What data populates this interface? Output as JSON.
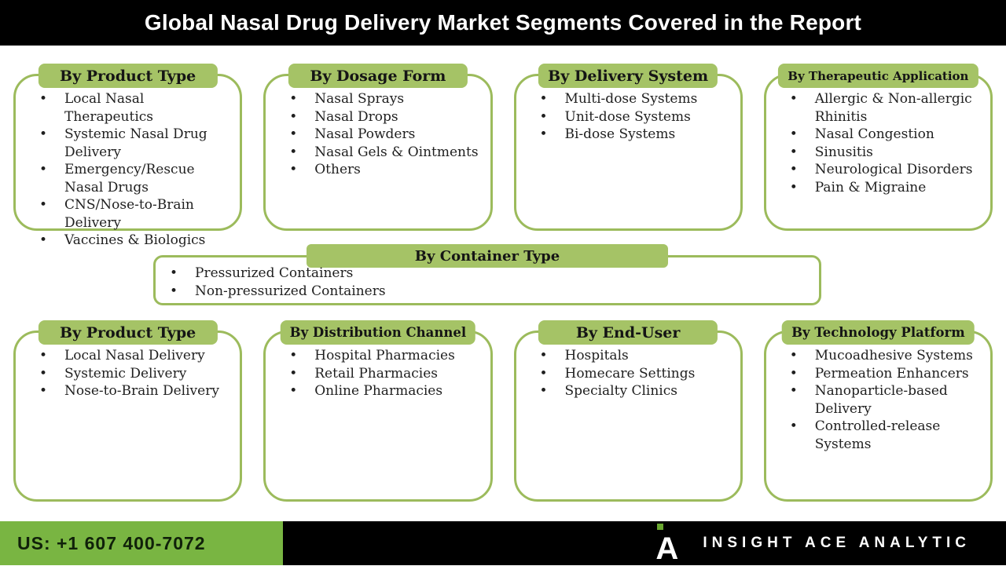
{
  "title": "Global Nasal Drug Delivery Market Segments Covered in the Report",
  "cards": [
    {
      "header": "By Product Type",
      "items": [
        "Local Nasal Therapeutics",
        "Systemic Nasal Drug Delivery",
        "Emergency/Rescue Nasal Drugs",
        "CNS/Nose-to-Brain Delivery",
        "Vaccines & Biologics"
      ]
    },
    {
      "header": "By Dosage Form",
      "items": [
        "Nasal Sprays",
        "Nasal Drops",
        "Nasal Powders",
        "Nasal Gels & Ointments",
        "Others"
      ]
    },
    {
      "header": "By Delivery System",
      "items": [
        "Multi-dose Systems",
        "Unit-dose Systems",
        "Bi-dose Systems"
      ]
    },
    {
      "header": "By Therapeutic Application",
      "items": [
        "Allergic & Non-allergic Rhinitis",
        "Nasal Congestion",
        "Sinusitis",
        "Neurological Disorders",
        "Pain & Migraine"
      ]
    },
    {
      "header": "By Container Type",
      "items": [
        "Pressurized Containers",
        "Non-pressurized Containers"
      ]
    },
    {
      "header": "By Product Type",
      "items": [
        "Local Nasal Delivery",
        "Systemic Delivery",
        "Nose-to-Brain Delivery"
      ]
    },
    {
      "header": "By Distribution Channel",
      "items": [
        "Hospital Pharmacies",
        "Retail Pharmacies",
        "Online Pharmacies"
      ]
    },
    {
      "header": "By End-User",
      "items": [
        "Hospitals",
        "Homecare Settings",
        "Specialty Clinics"
      ]
    },
    {
      "header": "By Technology Platform",
      "items": [
        "Mucoadhesive Systems",
        "Permeation Enhancers",
        "Nanoparticle-based Delivery",
        "Controlled-release Systems"
      ]
    }
  ],
  "footer": {
    "phone": "US: +1 607 400-7072",
    "brand": "INSIGHT ACE ANALYTIC",
    "logo_letter": "A"
  },
  "colors": {
    "tab_green": "#a5c366",
    "border_green": "#9cbb5c",
    "footer_green": "#79b542",
    "header_bg": "#000000",
    "logo_dot_green": "#6aa830"
  }
}
